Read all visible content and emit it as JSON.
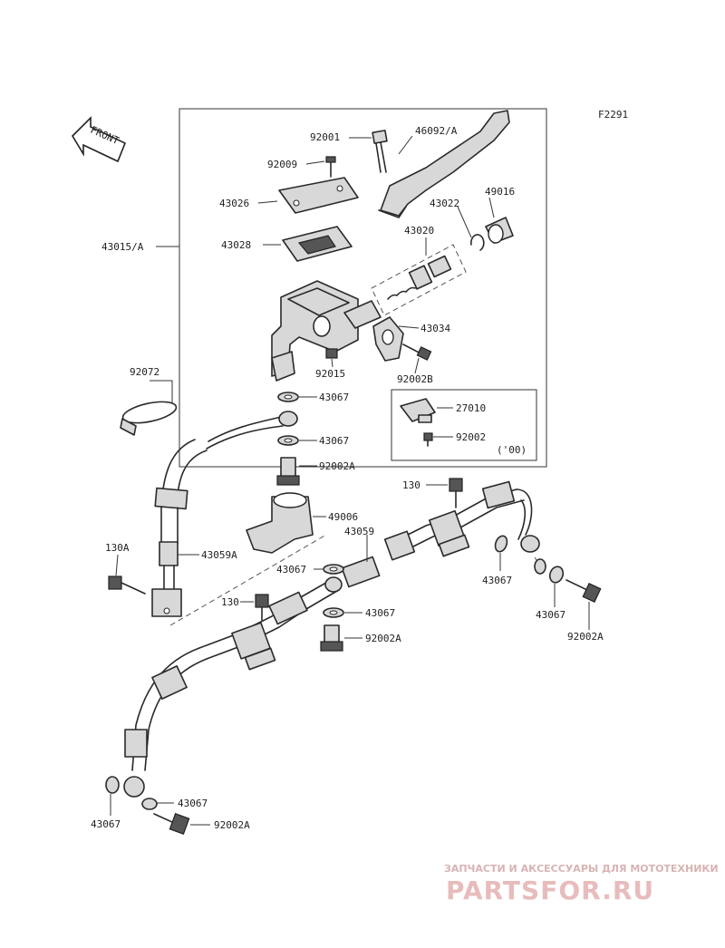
{
  "figure_code": "F2291",
  "front_label": "FRONT",
  "labels": {
    "l92001": "92001",
    "l46092A": "46092/A",
    "l92009": "92009",
    "l49016": "49016",
    "l43026": "43026",
    "l43022": "43022",
    "l43015A": "43015/A",
    "l43028": "43028",
    "l43020": "43020",
    "l43034": "43034",
    "l92015": "92015",
    "l92002B": "92002B",
    "l92072": "92072",
    "l43067a": "43067",
    "l27010": "27010",
    "l43067b": "43067",
    "l92002": "92002",
    "l00": "('00)",
    "l92002Aa": "92002A",
    "l130a": "130",
    "l49006": "49006",
    "l130A": "130A",
    "l43059": "43059",
    "l43059A": "43059A",
    "l43067c": "43067",
    "l43067d": "43067",
    "l130b": "130",
    "l43067e": "43067",
    "l43067f": "43067",
    "l92002Ab": "92002A",
    "l92002Ac": "92002A",
    "l43067g": "43067",
    "l43067h": "43067",
    "l92002Ad": "92002A"
  },
  "watermark": {
    "line1": "ЗАПЧАСТИ И АКСЕССУАРЫ ДЛЯ МОТОТЕХНИКИ",
    "line2": "PARTSFOR.RU"
  }
}
